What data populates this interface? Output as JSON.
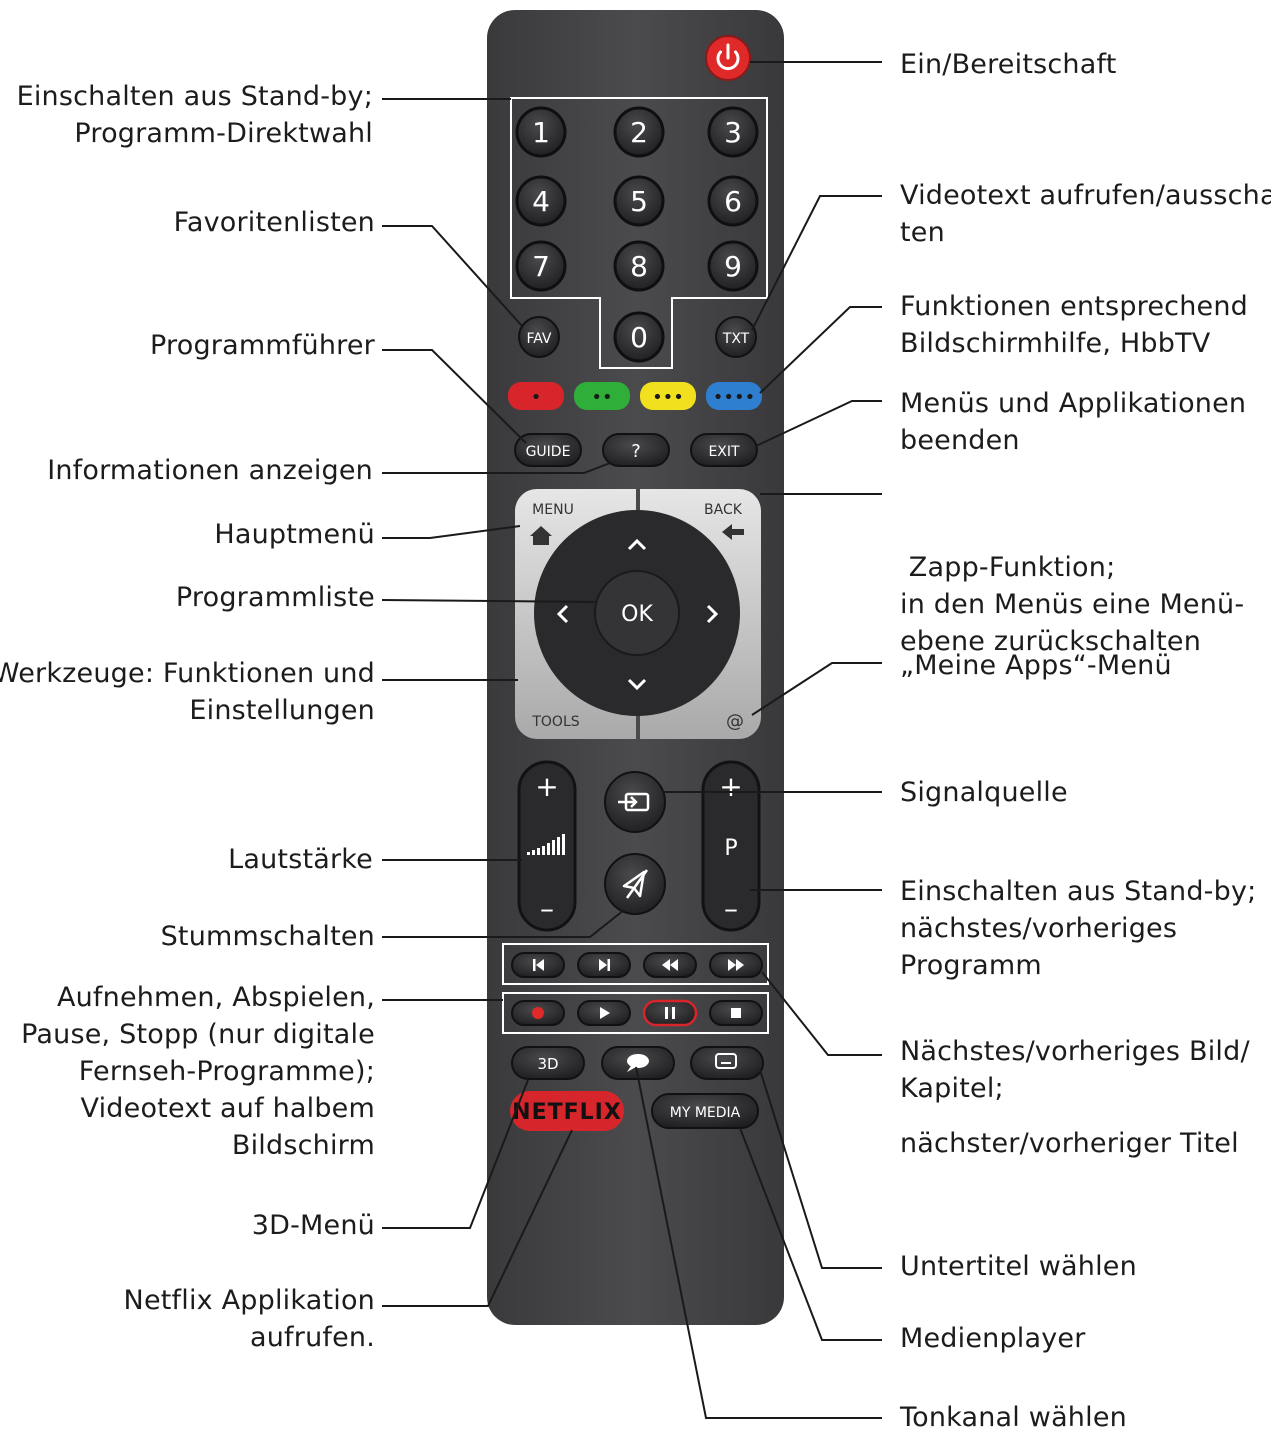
{
  "remote": {
    "digits": [
      "1",
      "2",
      "3",
      "4",
      "5",
      "6",
      "7",
      "8",
      "9",
      "0"
    ],
    "fav": "FAV",
    "txt": "TXT",
    "color_dots": [
      "•",
      "••",
      "•••",
      "••••"
    ],
    "guide": "GUIDE",
    "info": "?",
    "exit": "EXIT",
    "menu": "MENU",
    "back": "BACK",
    "ok": "OK",
    "tools": "TOOLS",
    "apps": "@",
    "vol_plus": "+",
    "vol_minus": "–",
    "ch_plus": "+",
    "ch_letter": "P",
    "ch_minus": "–",
    "btn_3d": "3D",
    "netflix": "NETFLIX",
    "mymedia": "MY MEDIA",
    "colors": {
      "body": "#444446",
      "button": "#2c2c2e",
      "power": "#e02a2a",
      "red": "#d8242b",
      "green": "#2fae3a",
      "yellow": "#f1e01d",
      "blue": "#2f7fd1",
      "netflix": "#d6262c",
      "dpad_silver": "#c9c9c9"
    }
  },
  "labels": {
    "left": [
      [
        "Einschalten aus Stand-by;",
        "Programm-Direktwahl"
      ],
      [
        "Favoritenlisten"
      ],
      [
        "Programmführer"
      ],
      [
        "Informationen anzeigen"
      ],
      [
        "Hauptmenü"
      ],
      [
        "Programmliste"
      ],
      [
        "Werkzeuge: Funktionen und",
        "Einstellungen"
      ],
      [
        "Lautstärke"
      ],
      [
        "Stummschalten"
      ],
      [
        "Aufnehmen, Abspielen,",
        "Pause, Stopp (nur digitale",
        "Fernseh-Programme);",
        "Videotext auf halbem",
        "Bildschirm"
      ],
      [
        "3D-Menü"
      ],
      [
        "Netflix Applikation",
        "aufrufen."
      ]
    ],
    "right": [
      [
        "Ein/Bereitschaft"
      ],
      [
        "Videotext aufrufen/ausschal-",
        "ten"
      ],
      [
        "Funktionen entsprechend",
        "Bildschirmhilfe, HbbTV"
      ],
      [
        "Menüs und Applikationen",
        "beenden"
      ],
      [
        " Zapp-Funktion;",
        "in den Menüs eine Menü-",
        "ebene zurückschalten"
      ],
      [
        "„Meine Apps“-Menü"
      ],
      [
        "Signalquelle"
      ],
      [
        "Einschalten aus Stand-by;",
        "nächstes/vorheriges",
        "Programm"
      ],
      [
        "Nächstes/vorheriges Bild/",
        "Kapitel;"
      ],
      [
        "nächster/vorheriger Titel"
      ],
      [
        "Untertitel wählen"
      ],
      [
        "Medienplayer"
      ],
      [
        "Tonkanal wählen"
      ]
    ]
  }
}
